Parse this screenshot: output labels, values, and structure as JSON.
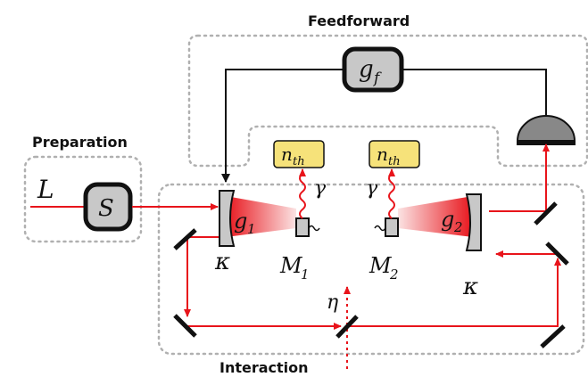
{
  "regions": {
    "feedforward": "Feedforward",
    "preparation": "Preparation",
    "interaction": "Interaction"
  },
  "symbols": {
    "laser": "L",
    "squeezer": "S",
    "gain_main": "g",
    "gain_sub": "f",
    "thermal_main": "n",
    "thermal_sub": "th",
    "gamma": "γ",
    "cavity_coupling_main": "g",
    "cavity1_sub": "1",
    "cavity2_sub": "2",
    "mirror_main": "M",
    "kappa": "κ",
    "eta": "η"
  },
  "colors": {
    "beam": "#e8141b",
    "thermal_box": "#f6e27a",
    "box_grey": "#c8c8c8",
    "region_dots": "#b0b0b0"
  }
}
